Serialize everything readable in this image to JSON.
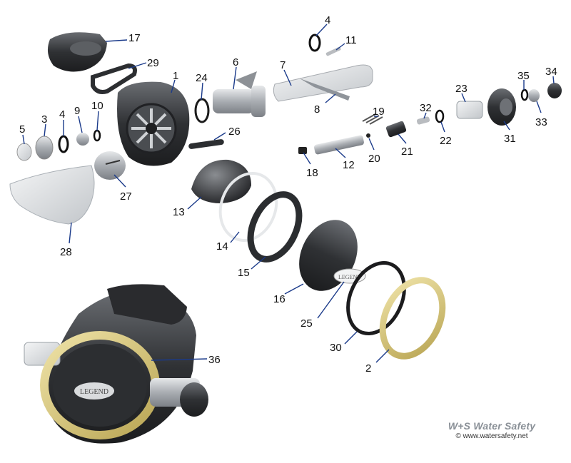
{
  "labels": [
    "17",
    "4",
    "11",
    "29",
    "1",
    "24",
    "6",
    "7",
    "8",
    "19",
    "32",
    "23",
    "35",
    "34",
    "33",
    "31",
    "22",
    "21",
    "20",
    "18",
    "12",
    "5",
    "3",
    "4",
    "9",
    "10",
    "26",
    "27",
    "28",
    "13",
    "14",
    "15",
    "16",
    "25",
    "30",
    "2",
    "36"
  ],
  "brand": {
    "name": "W+S Water Safety",
    "url": "© www.watersafety.net"
  },
  "legend_text": "LEGEND",
  "colors": {
    "leader": "#1a3a8a",
    "part_dark": "#3a3c3f",
    "part_grey": "#b9bcc0",
    "brass": "#d9c77a"
  }
}
